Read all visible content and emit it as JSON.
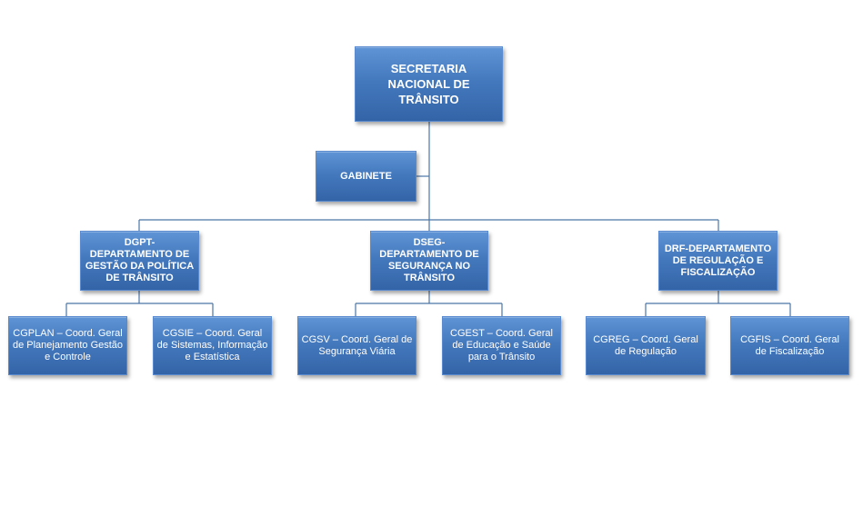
{
  "org": {
    "root": "SECRETARIA NACIONAL DE TRÂNSITO",
    "gabinete": "GABINETE",
    "dept_left": "DGPT-DEPARTAMENTO DE GESTÃO  DA POLÍTICA  DE TRÂNSITO",
    "dept_mid": "DSEG-DEPARTAMENTO DE SEGURANÇA  NO TRÂNSITO",
    "dept_right": "DRF-DEPARTAMENTO DE REGULAÇÃO  E FISCALIZAÇÃO",
    "cgplan": "CGPLAN  – Coord. Geral de Planejamento Gestão e Controle",
    "cgsie": "CGSIE – Coord. Geral de Sistemas, Informação e Estatística",
    "cgsv": "CGSV – Coord. Geral de Segurança Viária",
    "cgest": "CGEST  – Coord. Geral de Educação e Saúde para o Trânsito",
    "cgreg": "CGREG  – Coord. Geral de Regulação",
    "cgfis": "CGFIS – Coord. Geral de Fiscalização"
  },
  "colors": {
    "box_fill": "#4479be",
    "connector": "#4a74a8",
    "text": "#ffffff"
  }
}
